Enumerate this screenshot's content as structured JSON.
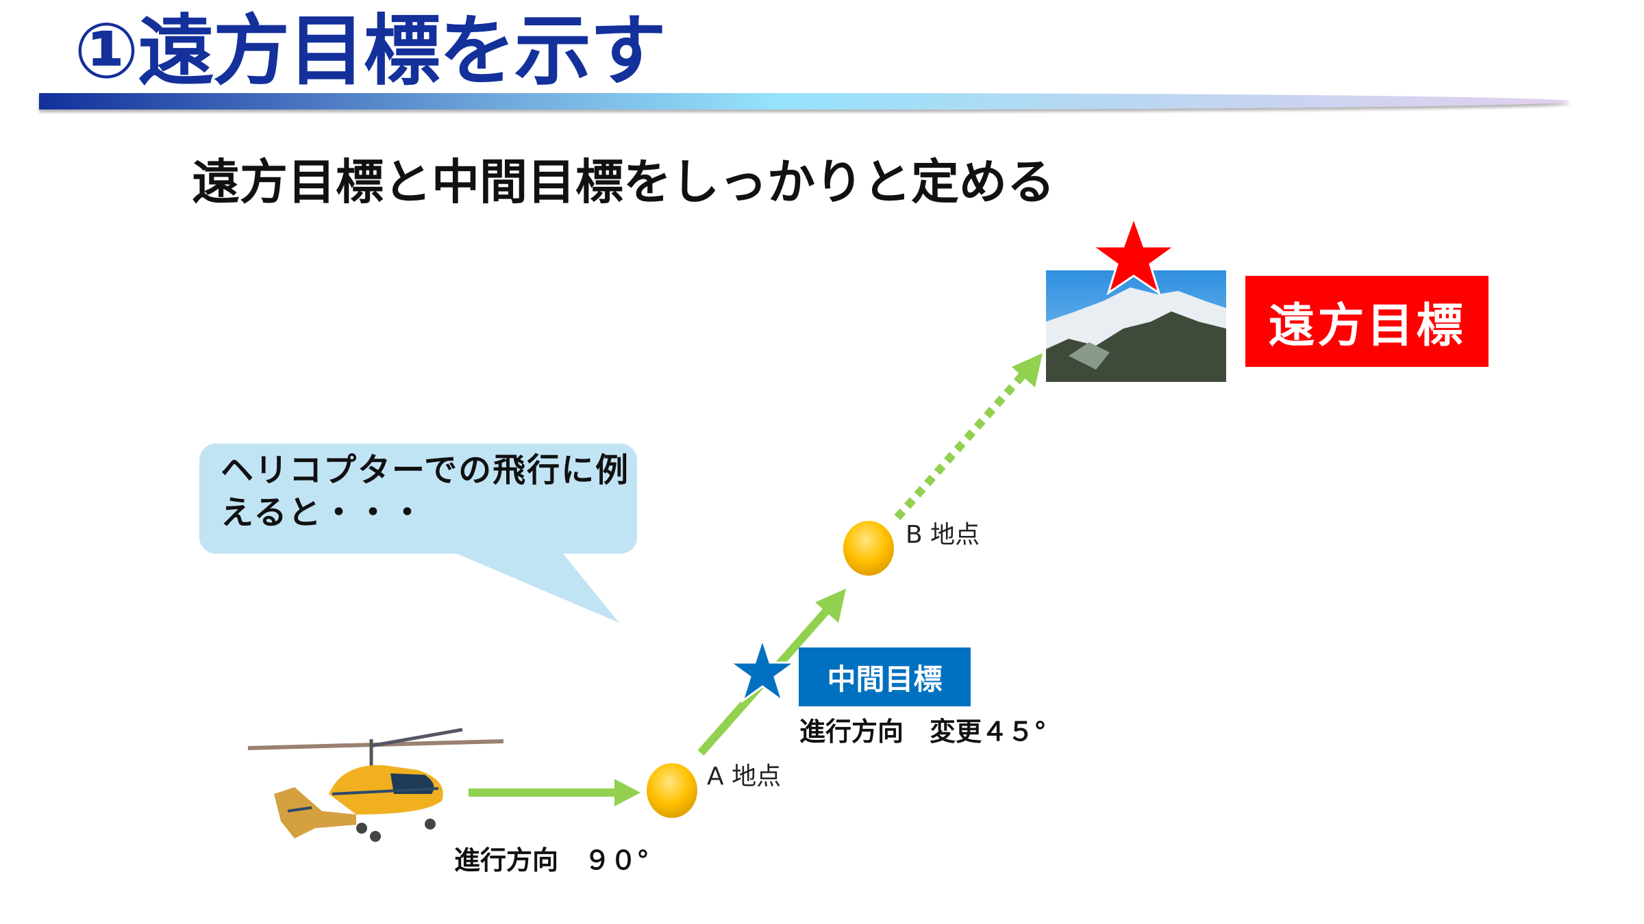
{
  "slide": {
    "title": "①遠方目標を示す",
    "subtitle": "遠方目標と中間目標をしっかりと定める",
    "callout": {
      "line1": "ヘリコプターでの飛行に例",
      "line2": "えると・・・"
    },
    "far_target_label": "遠方目標",
    "mid_target_label": "中間目標",
    "point_a_label": "A 地点",
    "point_b_label": "B 地点",
    "direction_initial": "進行方向　９０°",
    "direction_change": "進行方向　変更４５°"
  },
  "colors": {
    "title": "#13309b",
    "arrow": "#92d050",
    "far_target": "#ff0000",
    "mid_target": "#0070c0",
    "callout": "#c1e4f5",
    "dot": "#ffc000"
  }
}
